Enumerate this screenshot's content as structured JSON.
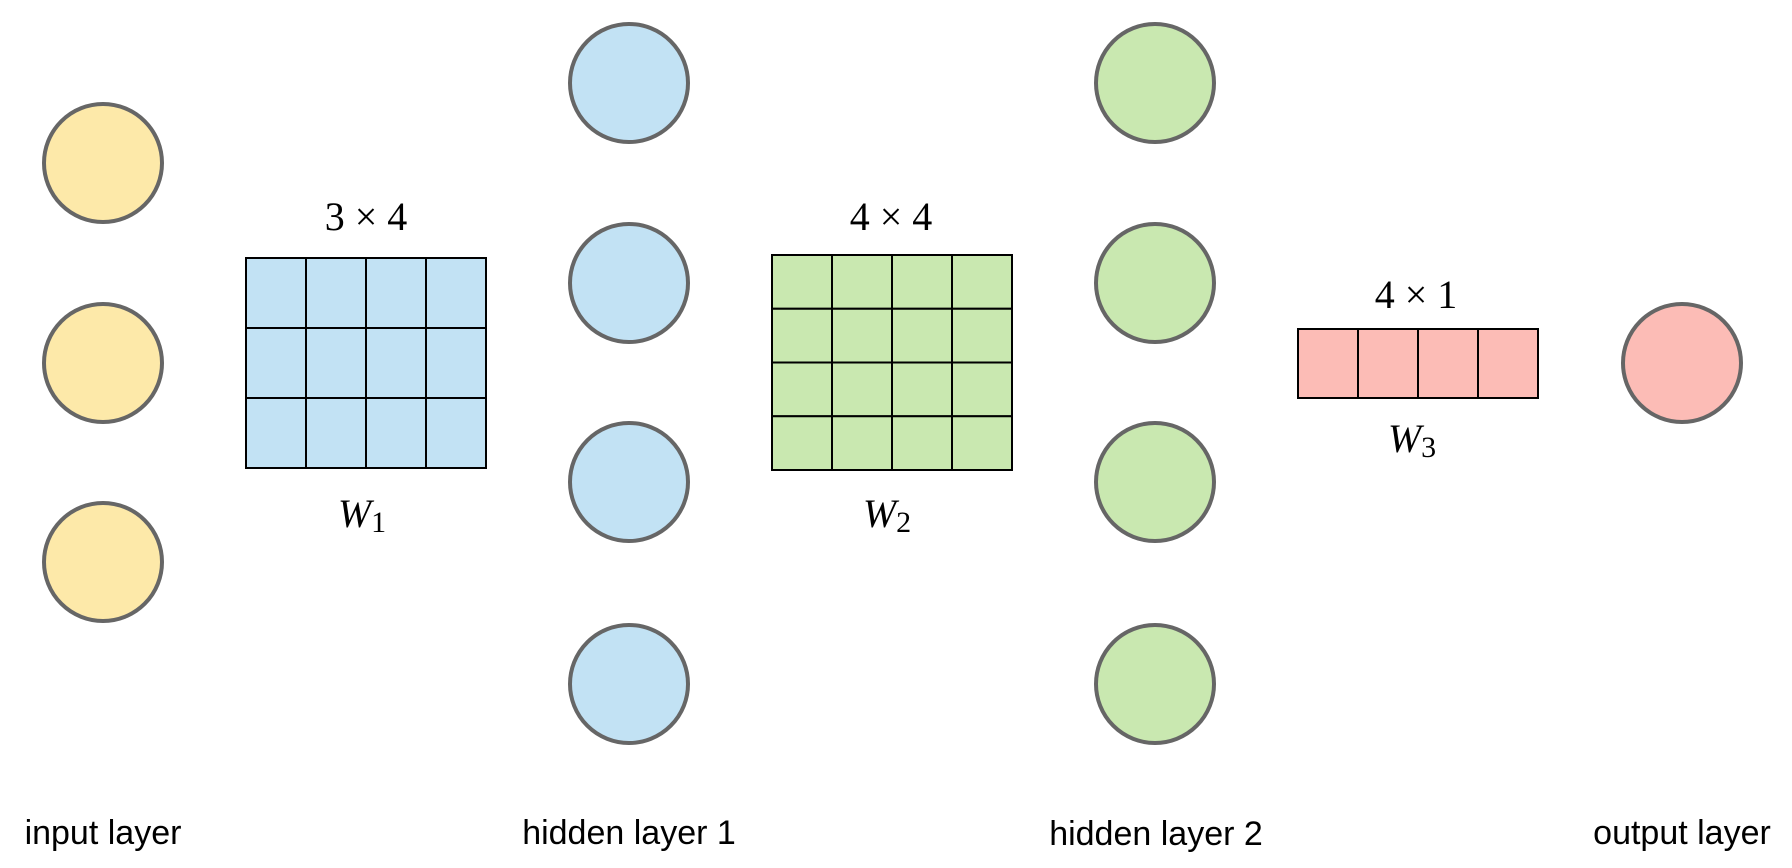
{
  "colors": {
    "input": "#fde9a9",
    "hidden1": "#c2e2f4",
    "hidden2": "#c9e8b0",
    "output": "#fcbcb6",
    "node_stroke": "#666666",
    "cell_stroke": "#000000"
  },
  "layers": [
    {
      "label": "input layer",
      "nodes": 3,
      "color_key": "input"
    },
    {
      "label": "hidden layer 1",
      "nodes": 4,
      "color_key": "hidden1"
    },
    {
      "label": "hidden layer 2",
      "nodes": 4,
      "color_key": "hidden2"
    },
    {
      "label": "output layer",
      "nodes": 1,
      "color_key": "output"
    }
  ],
  "matrices": [
    {
      "name": "W",
      "subscript": "1",
      "rows": 3,
      "cols": 4,
      "dim_text": "3 × 4",
      "color_key": "hidden1"
    },
    {
      "name": "W",
      "subscript": "2",
      "rows": 4,
      "cols": 4,
      "dim_text": "4 × 4",
      "color_key": "hidden2"
    },
    {
      "name": "W",
      "subscript": "3",
      "rows": 1,
      "cols": 4,
      "dim_text": "4 × 1",
      "color_key": "output"
    }
  ]
}
